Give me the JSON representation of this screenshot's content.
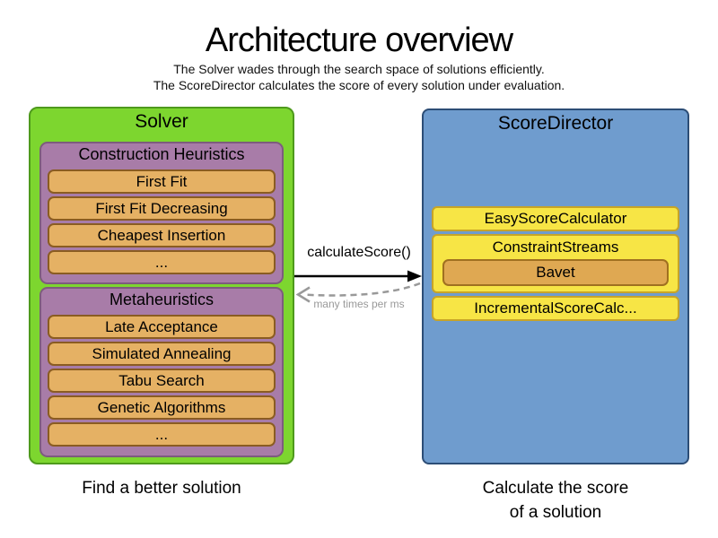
{
  "title": "Architecture overview",
  "subtitle_line1": "The Solver wades through the search space of solutions efficiently.",
  "subtitle_line2": "The ScoreDirector calculates the score of every solution under evaluation.",
  "solver": {
    "title": "Solver",
    "caption": "Find a better solution",
    "groups": [
      {
        "title": "Construction Heuristics",
        "items": [
          "First Fit",
          "First Fit Decreasing",
          "Cheapest Insertion",
          "..."
        ]
      },
      {
        "title": "Metaheuristics",
        "items": [
          "Late Acceptance",
          "Simulated Annealing",
          "Tabu Search",
          "Genetic Algorithms",
          "..."
        ]
      }
    ]
  },
  "score_director": {
    "title": "ScoreDirector",
    "caption_line1": "Calculate the score",
    "caption_line2": "of a solution",
    "items": [
      {
        "label": "EasyScoreCalculator"
      },
      {
        "label": "ConstraintStreams",
        "sub_items": [
          "Bavet"
        ]
      },
      {
        "label": "IncrementalScoreCalc..."
      }
    ]
  },
  "arrow": {
    "label": "calculateScore()",
    "sublabel": "many times per ms"
  },
  "colors": {
    "solver_fill": "#7dd62f",
    "solver_border": "#4e9a1c",
    "group_fill": "#a87ca8",
    "group_border": "#7d5c7d",
    "item_fill": "#e5b164",
    "item_border": "#8a5c22",
    "director_fill": "#6f9cce",
    "director_border": "#2c4d76",
    "calc_fill": "#f7e545",
    "calc_border": "#c7a427",
    "bavet_fill": "#dfa852",
    "bavet_border": "#a07020",
    "arrow_solid": "#000000",
    "arrow_dashed": "#999999"
  }
}
